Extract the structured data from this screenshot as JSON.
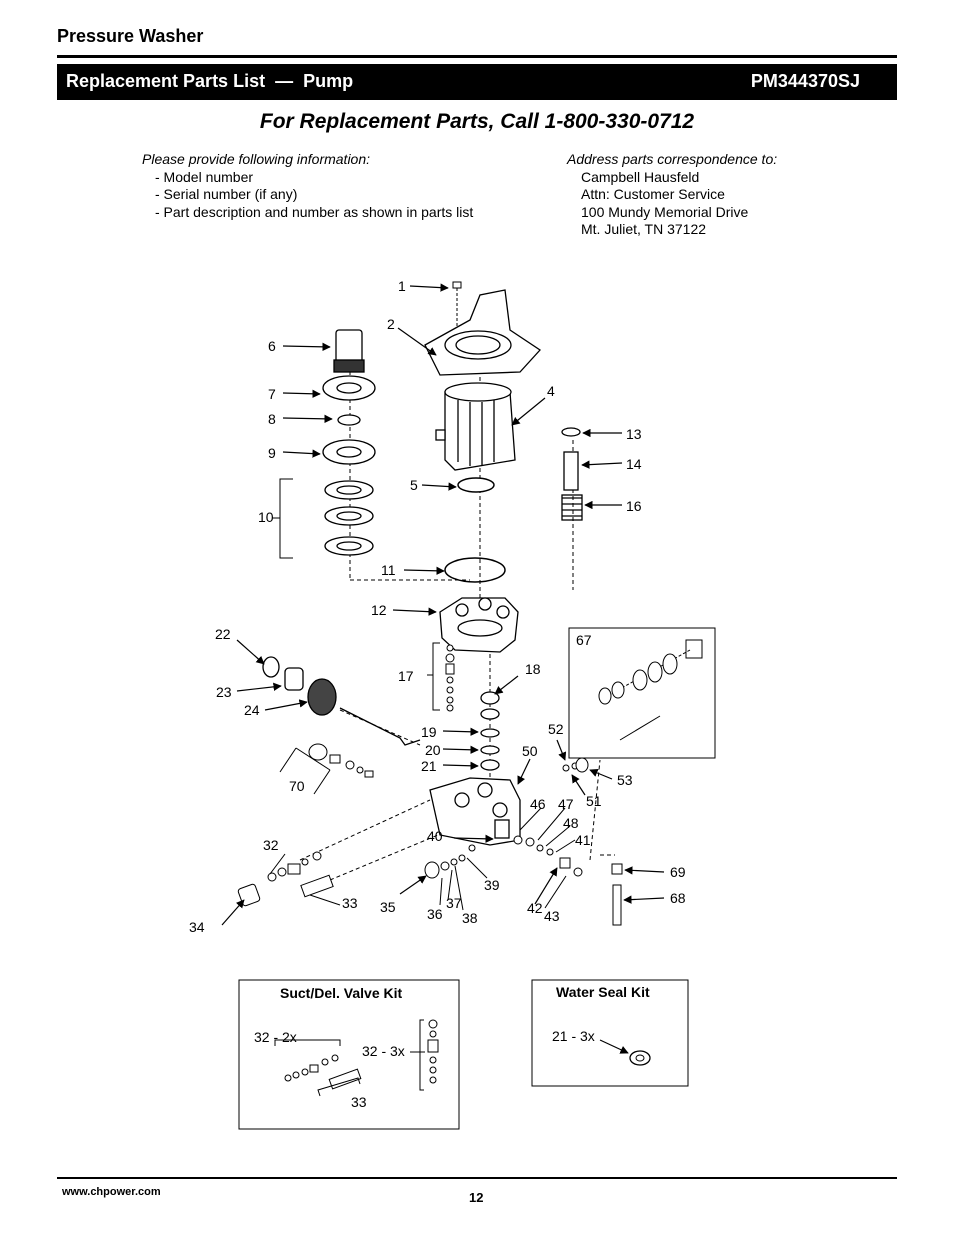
{
  "header": {
    "product_title": "Pressure Washer",
    "section_title": "Replacement Parts List  —  Pump",
    "model_number": "PM344370SJ"
  },
  "call_line": "For Replacement Parts, Call 1-800-330-0712",
  "info_left": {
    "heading": "Please provide following information:",
    "items": [
      "- Model number",
      "- Serial number (if any)",
      "- Part description and number as shown in parts list"
    ]
  },
  "info_right": {
    "heading": "Address parts correspondence to:",
    "items": [
      "Campbell Hausfeld",
      "Attn:  Customer Service",
      "100 Mundy Memorial Drive",
      "Mt. Juliet, TN  37122"
    ]
  },
  "diagram": {
    "part_labels": [
      "1",
      "2",
      "4",
      "5",
      "6",
      "7",
      "8",
      "9",
      "10",
      "11",
      "12",
      "13",
      "14",
      "16",
      "17",
      "18",
      "19",
      "20",
      "21",
      "22",
      "23",
      "24",
      "32",
      "33",
      "34",
      "35",
      "36",
      "37",
      "38",
      "39",
      "40",
      "41",
      "42",
      "43",
      "46",
      "47",
      "48",
      "50",
      "51",
      "52",
      "53",
      "67",
      "68",
      "69",
      "70"
    ]
  },
  "kits": {
    "valve_kit": {
      "title": "Suct/Del. Valve Kit",
      "label_a": "32 - 2x",
      "label_b": "32 - 3x",
      "label_c": "33"
    },
    "seal_kit": {
      "title": "Water Seal Kit",
      "label_a": "21 - 3x"
    }
  },
  "footer": {
    "url": "www.chpower.com",
    "page_number": "12"
  }
}
